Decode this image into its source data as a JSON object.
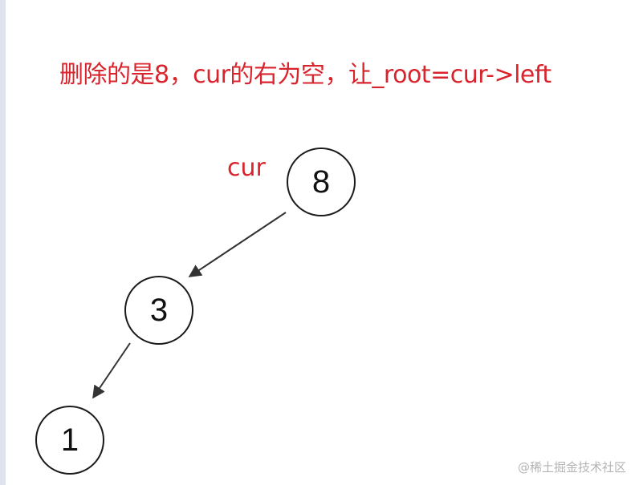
{
  "caption": "删除的是8，cur的右为空，让_root=cur->left",
  "cur_label": "cur",
  "nodes": {
    "root": "8",
    "left_child": "3",
    "left_left_child": "1"
  },
  "colors": {
    "caption": "#d9232d",
    "node_border": "#1a1a1a",
    "edge": "#333333"
  },
  "watermark": "@稀土掘金技术社区"
}
